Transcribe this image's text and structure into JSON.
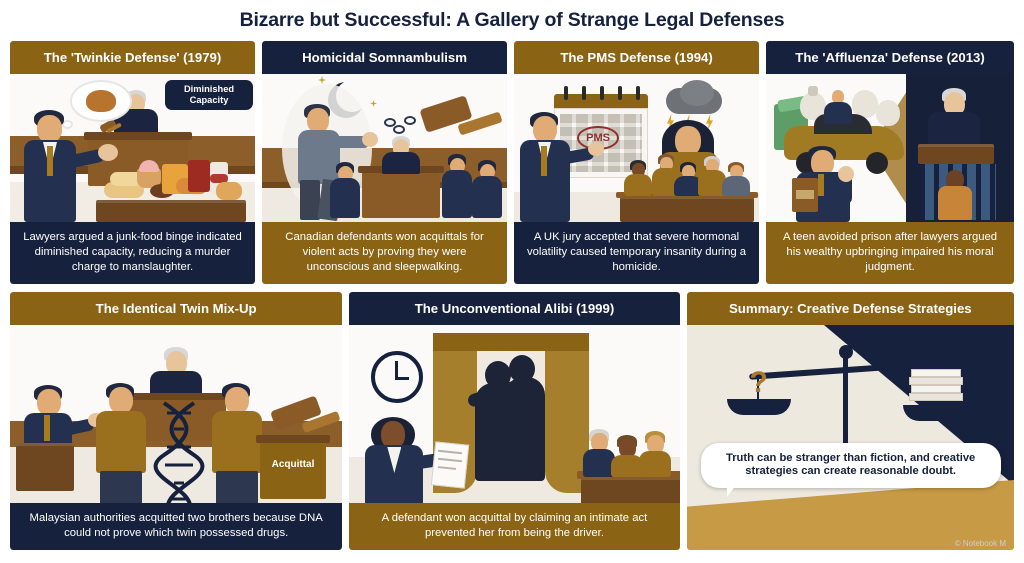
{
  "title": "Bizarre but Successful: A Gallery of Strange Legal Defenses",
  "colors": {
    "gold": "#8a6414",
    "navy": "#16213e",
    "background": "#ffffff",
    "wood": "#8b5e2a"
  },
  "row1": [
    {
      "id": "twinkie-defense",
      "header": "The 'Twinkie Defense' (1979)",
      "header_style": "gold",
      "caption": "Lawyers argued a junk-food binge indicated diminished capacity, reducing a murder charge to manslaughter.",
      "caption_style": "navy",
      "art_label": "Diminished Capacity",
      "art_description": "lawyer-gesturing-at-junk-food-table-with-judge-and-brain-thought-bubble"
    },
    {
      "id": "homicidal-somnambulism",
      "header": "Homicidal Somnambulism",
      "header_style": "navy",
      "caption": "Canadian defendants won acquittals for violent acts by proving they were unconscious and sleepwalking.",
      "caption_style": "gold",
      "art_label": "",
      "art_description": "sleepwalking-man-with-moon-and-courtroom-gavel"
    },
    {
      "id": "pms-defense",
      "header": "The PMS Defense (1994)",
      "header_style": "gold",
      "caption": "A UK jury accepted that severe hormonal volatility caused temporary insanity during a homicide.",
      "caption_style": "navy",
      "art_label": "PMS",
      "art_description": "lawyer-pointing-at-calendar-with-storm-cloud-and-jury"
    },
    {
      "id": "affluenza-defense",
      "header": "The 'Affluenza' Defense (2013)",
      "header_style": "navy",
      "caption": "A teen avoided prison after lawyers argued his wealthy upbringing impaired his moral judgment.",
      "caption_style": "gold",
      "art_label": "",
      "art_description": "luxury-sports-car-money-bags-lawyer-with-law-book-judge-and-jail-cell"
    }
  ],
  "row2": [
    {
      "id": "identical-twin-mixup",
      "header": "The Identical Twin Mix-Up",
      "header_style": "gold",
      "caption": "Malaysian authorities acquitted two brothers because DNA could not prove which twin possessed drugs.",
      "caption_style": "navy",
      "art_label": "Acquittal",
      "art_description": "two-identical-twins-dna-helix-judge-and-gavel"
    },
    {
      "id": "unconventional-alibi",
      "header": "The Unconventional Alibi (1999)",
      "header_style": "navy",
      "caption": "A defendant won acquittal by claiming an intimate act prevented her from being the driver.",
      "caption_style": "gold",
      "art_label": "",
      "art_description": "lawyer-holding-document-clock-curtain-silhouette-couple-and-jury"
    },
    {
      "id": "summary-creative-strategies",
      "header": "Summary: Creative Defense Strategies",
      "header_style": "gold",
      "caption": "Truth can be stranger than fiction, and creative strategies can create reasonable doubt.",
      "caption_style": "white-bubble",
      "art_label": "?",
      "art_description": "balance-scale-weighing-question-mark-against-stack-of-documents"
    }
  ],
  "watermark": "© Notebook M"
}
